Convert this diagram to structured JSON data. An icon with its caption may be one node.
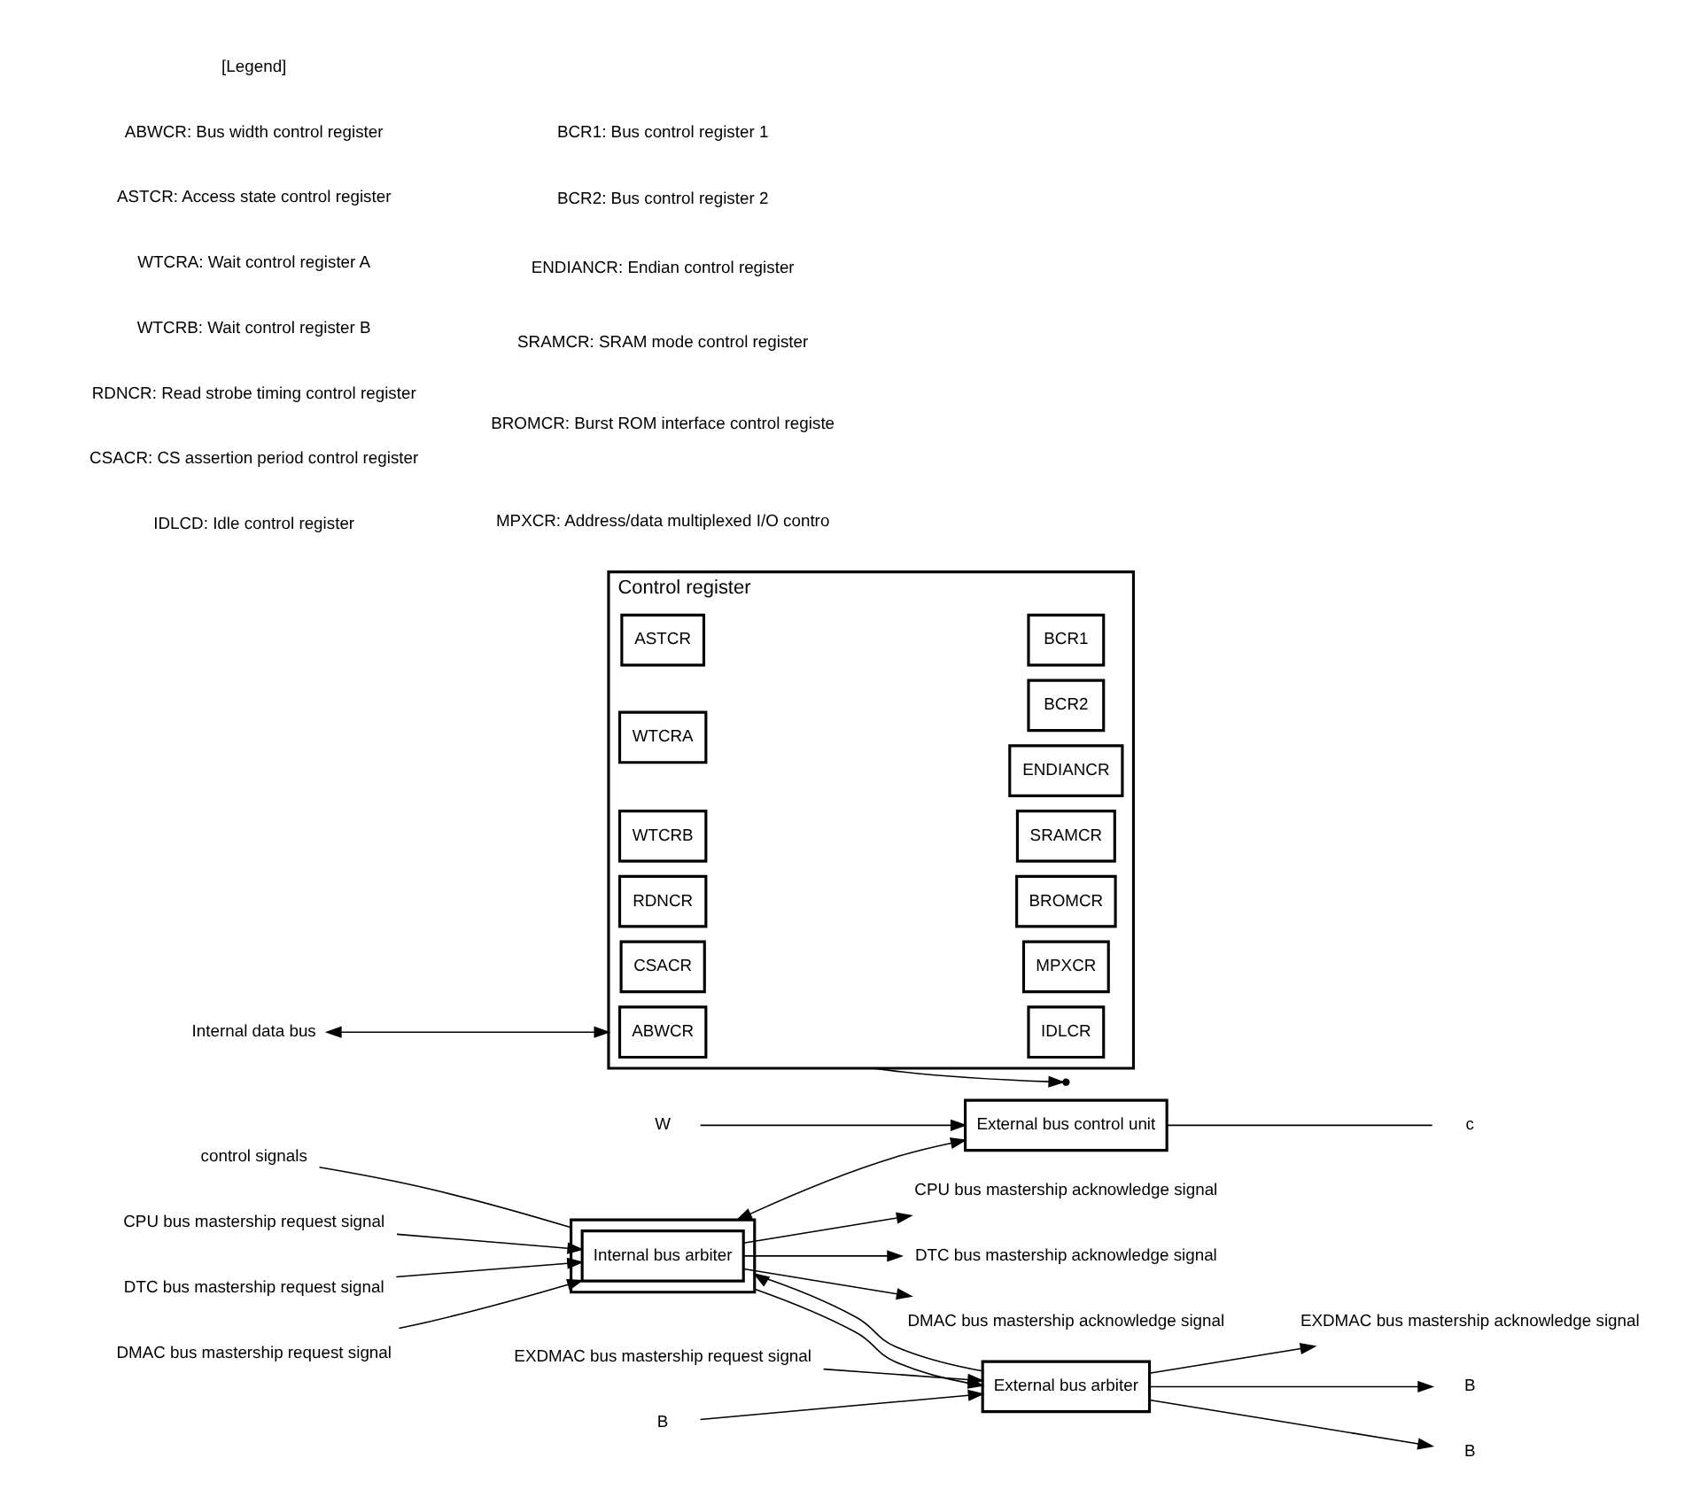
{
  "diagram": {
    "nodes": [
      {
        "text": [],
        "shape": "box"
      },
      {
        "text": [
          "Internal bus arbiter"
        ],
        "in": 0
      },
      {
        "text": [
          "External bus control unit"
        ]
      },
      {
        "text": [
          "External bus arbiter"
        ]
      },
      {
        "text": [
          "Control register"
        ]
      },
      {
        "text": [
          "ABWCR"
        ],
        "in": 4
      },
      {
        "text": [
          "IDLCR"
        ],
        "in": 4
      },
      {
        "text": [
          "ASTCR"
        ],
        "in": 4
      },
      {
        "text": [
          "BCR1"
        ],
        "in": 4
      },
      {
        "text": [
          "WTCRA"
        ],
        "in": 4
      },
      {
        "text": [
          "BCR2"
        ],
        "in": 4
      },
      {
        "text": [
          "ENDIANCR"
        ],
        "in": 4
      },
      {
        "text": [
          "WTCRB"
        ],
        "in": 4
      },
      {
        "text": [
          "SRAMCR"
        ],
        "in": 4
      },
      {
        "text": [
          "RDNCR"
        ],
        "in": 4
      },
      {
        "text": [
          "BROMCR"
        ],
        "in": 4
      },
      {
        "text": [
          "CSACR"
        ],
        "in": 4
      },
      {
        "text": [
          "MPXCR"
        ],
        "in": 4
      },
      {
        "text": [
          "control signals"
        ]
      },
      {
        "text": [
          "CPU bus mastership acknowledge signal"
        ]
      },
      {
        "text": [
          "DTC bus mastership acknowledge signal"
        ]
      },
      {
        "text": [
          "DMAC bus mastership acknowledge signal"
        ]
      },
      {
        "text": [
          "CPU bus mastership request signal"
        ]
      },
      {
        "text": [
          "DTC bus mastership request signal"
        ]
      },
      {
        "text": [
          "DMAC bus mastership request signal"
        ]
      },
      {
        "text": [
          "EXDMAC bus mastership acknowledge signal"
        ]
      },
      {
        "text": [
          "EXDMAC bus mastership request signal"
        ]
      },
      {
        "text": [
          "c"
        ]
      },
      {
        "text": [
          "W"
        ]
      },
      {
        "text": [
          "B"
        ]
      },
      {
        "text": [
          "B"
        ]
      },
      {
        "text": [
          "B"
        ]
      },
      {
        "text": [
          "Internal data bus"
        ]
      }
    ],
    "edges": [
      {
        "from": 18,
        "to": 0,
        "arrow": "none"
      },
      {
        "from": 0,
        "to": 2,
        "arrow": "both"
      },
      {
        "from": 2,
        "to": 27,
        "arrow": "none"
      },
      {
        "from": 28,
        "to": 2,
        "arrow": "to"
      },
      {
        "from": 1,
        "to": 19,
        "arrow": "to"
      },
      {
        "from": 1,
        "to": 20,
        "arrow": "to"
      },
      {
        "from": 1,
        "to": 21,
        "arrow": "to"
      },
      {
        "from": 22,
        "to": 1,
        "arrow": "to"
      },
      {
        "from": 23,
        "to": 1,
        "arrow": "to"
      },
      {
        "from": 24,
        "to": 1,
        "arrow": "to"
      },
      {
        "from": 0,
        "to": 3,
        "arrow": "to"
      },
      {
        "from": 3,
        "to": 0,
        "arrow": "to"
      },
      {
        "from": 29,
        "to": 3,
        "arrow": "to"
      },
      {
        "from": 3,
        "to": 30,
        "arrow": "to"
      },
      {
        "from": 3,
        "to": 31,
        "arrow": "to"
      },
      {
        "from": 3,
        "to": 25,
        "arrow": "to"
      },
      {
        "from": 26,
        "to": 3,
        "arrow": "to"
      },
      {
        "from": 4,
        "to": null,
        "arrow": "to"
      },
      {
        "from": 32,
        "to": 4,
        "arrow": "both"
      }
    ],
    "labels": [
      "[Legend]",
      "ABWCR: Bus width control register",
      "ASTCR: Access state control register",
      "WTCRA: Wait control register A",
      "WTCRB: Wait control register B",
      "RDNCR: Read strobe timing control register",
      "CSACR: CS assertion period control register",
      "IDLCD: Idle control register",
      "BCR1: Bus control register 1",
      "BCR2: Bus control register 2",
      "ENDIANCR: Endian control register",
      "SRAMCR: SRAM mode control register",
      "BROMCR: Burst ROM interface control registe",
      "MPXCR: Address/data multiplexed I/O contro"
    ]
  }
}
